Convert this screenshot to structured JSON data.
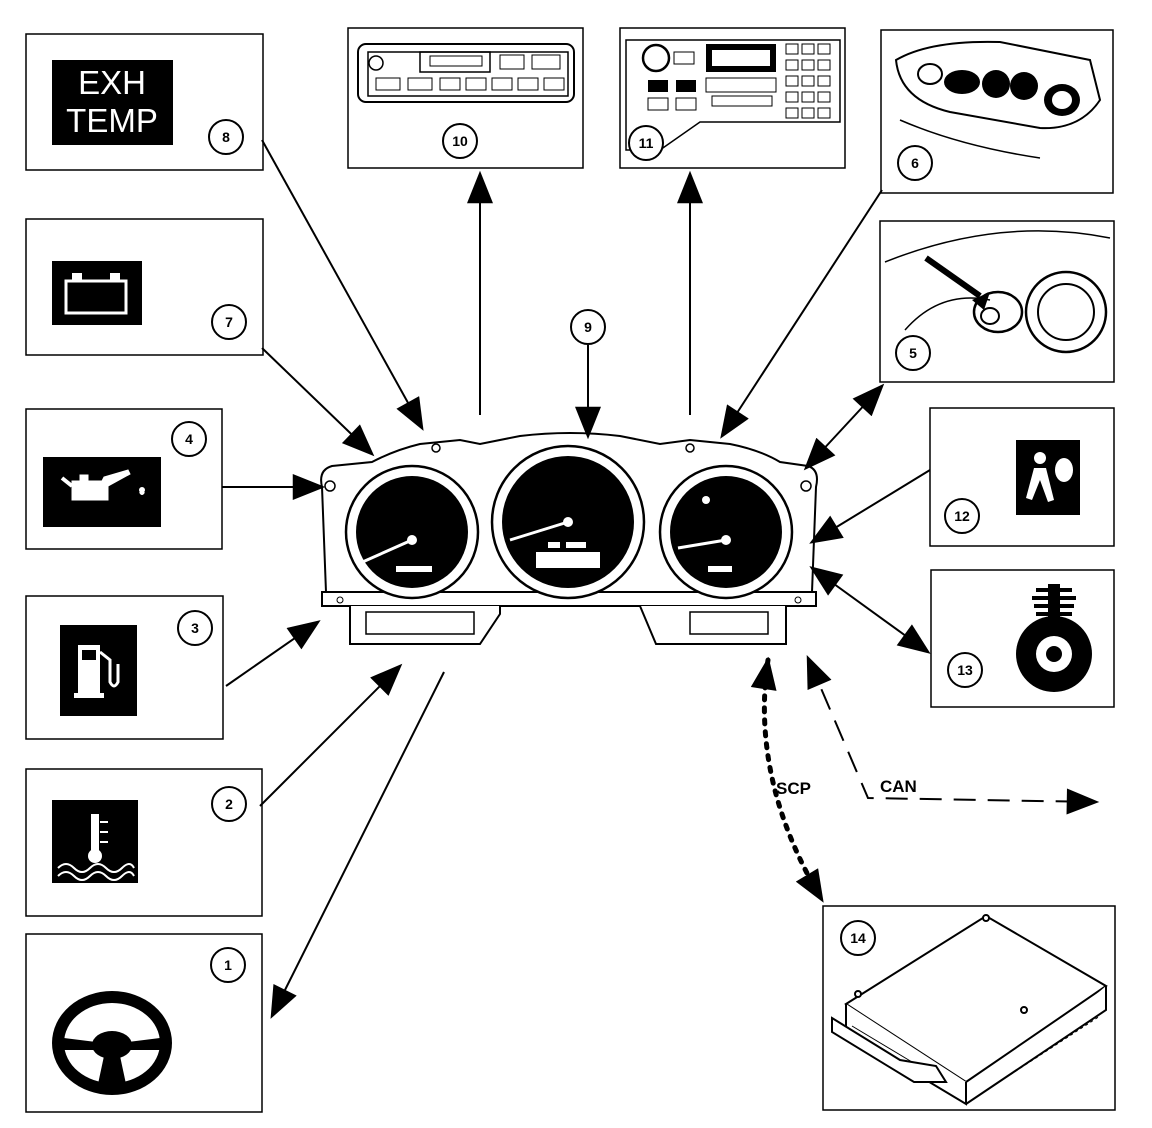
{
  "callouts": {
    "n1": "1",
    "n2": "2",
    "n3": "3",
    "n4": "4",
    "n5": "5",
    "n6": "6",
    "n7": "7",
    "n8": "8",
    "n9": "9",
    "n10": "10",
    "n11": "11",
    "n12": "12",
    "n13": "13",
    "n14": "14"
  },
  "warning_lamp_text": {
    "line1": "EXH",
    "line2": "TEMP"
  },
  "bus_labels": {
    "scp": "SCP",
    "can": "CAN"
  },
  "icons": {
    "p1": "steering-wheel-icon",
    "p2": "coolant-temperature-icon",
    "p3": "fuel-pump-icon",
    "p4": "oil-pressure-icon",
    "p5": "ignition-switch-icon",
    "p6": "steering-wheel-switches-icon",
    "p7": "battery-charge-icon",
    "p8": "exhaust-temperature-lamp",
    "p9": "instrument-cluster",
    "p10": "radio-cassette-unit",
    "p11": "phone-radio-head-unit",
    "p12": "airbag-warning-icon",
    "p13": "horn-slip-ring-icon",
    "p14": "control-module-icon"
  },
  "colors": {
    "ink": "#000000",
    "paper": "#ffffff"
  }
}
